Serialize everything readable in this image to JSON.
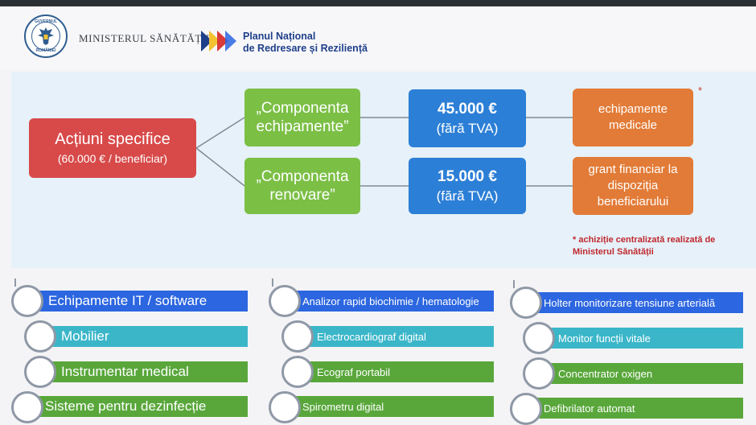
{
  "header": {
    "seal_top_text": "GUVERNUL",
    "seal_bottom_text": "ROMÂNIEI",
    "ministry": "MINISTERUL SĂNĂTĂȚII",
    "pnrr_line1": "Planul Național",
    "pnrr_line2": "de Redresare și Reziliență"
  },
  "diagram": {
    "root": {
      "title": "Acțiuni specifice",
      "subtitle": "(60.000 € / beneficiar)"
    },
    "branches": [
      {
        "component": "„Componenta echipamente”",
        "amount": "45.000 €",
        "vat": "(fără TVA)",
        "result": "echipamente medicale",
        "asterisk": "*"
      },
      {
        "component": "„Componenta renovare”",
        "amount": "15.000 €",
        "vat": "(fără TVA)",
        "result": "grant financiar la dispoziția beneficiarului"
      }
    ],
    "footnote": "* achiziție centralizată realizată de Ministerul Sănătății"
  },
  "lists": {
    "col1": [
      "Echipamente IT / software",
      "Mobilier",
      "Instrumentar medical",
      "Sisteme pentru dezinfecție"
    ],
    "col2": [
      "Analizor rapid biochimie / hematologie",
      "Electrocardiograf digital",
      "Ecograf portabil",
      "Spirometru digital"
    ],
    "col3": [
      "Holter monitorizare tensiune arterială",
      "Monitor funcții vitale",
      "Concentrator oxigen",
      "Defibrilator automat"
    ]
  },
  "colors": {
    "red": "#d84a4a",
    "green": "#7bbf45",
    "blue": "#2c7fd6",
    "orange": "#e27b37",
    "list_blue": "#2c66e0",
    "list_teal": "#3bb6c9",
    "list_green": "#59a73b"
  }
}
